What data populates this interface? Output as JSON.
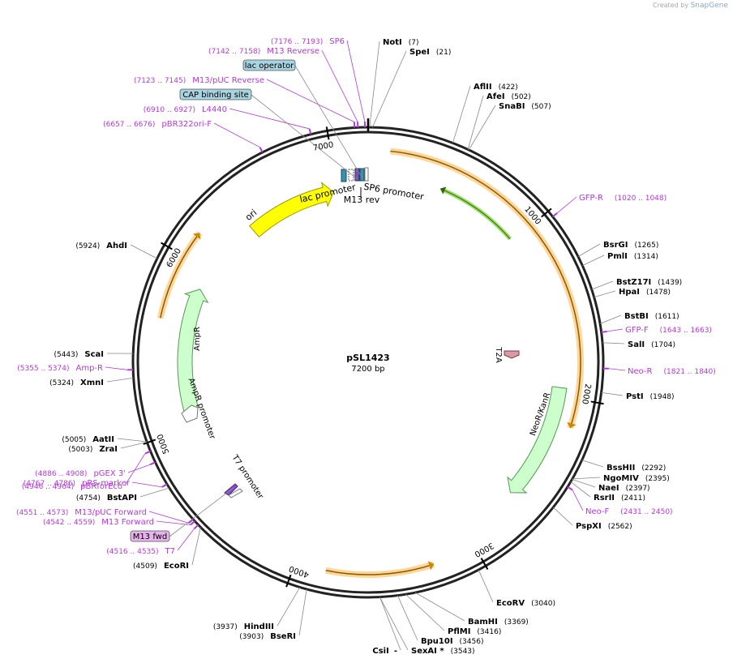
{
  "credit": {
    "created_by": "Created by",
    "brand": "SnapGene"
  },
  "plasmid": {
    "name": "pSL1423",
    "size_label": "7200 bp",
    "length": 7200
  },
  "ticks": [
    {
      "pos": 1000,
      "label": "1000"
    },
    {
      "pos": 2000,
      "label": "2000"
    },
    {
      "pos": 3000,
      "label": "3000"
    },
    {
      "pos": 4000,
      "label": "4000"
    },
    {
      "pos": 5000,
      "label": "5000"
    },
    {
      "pos": 6000,
      "label": "6000"
    },
    {
      "pos": 7000,
      "label": "7000"
    }
  ],
  "orfs": [
    {
      "start": 120,
      "end": 2160,
      "dir": 1
    },
    {
      "start": 3240,
      "end": 3830,
      "dir": -1
    },
    {
      "start": 5640,
      "end": 6150,
      "dir": 1
    }
  ],
  "features": [
    {
      "name": "ori",
      "start": 6380,
      "end": 6970,
      "dir": 1,
      "fill": "#ffff00",
      "stroke": "#999900"
    },
    {
      "name": "AmpR",
      "start": 5100,
      "end": 5870,
      "dir": 1,
      "fill": "#ccffcc",
      "stroke": "#559955"
    },
    {
      "name": "NeoR/KanR",
      "start": 1950,
      "end": 2650,
      "dir": 1,
      "fill": "#ccffcc",
      "stroke": "#559955"
    },
    {
      "name": "GFP",
      "start": 450,
      "end": 980,
      "dir": -1,
      "fill": "#99dd66",
      "stroke": "#336600"
    }
  ],
  "feature_labels": [
    {
      "text": "ori"
    },
    {
      "text": "AmpR"
    },
    {
      "text": "NeoR/KanR"
    },
    {
      "text": "AmpR promoter"
    },
    {
      "text": "T7 promoter"
    },
    {
      "text": "T2A"
    },
    {
      "text": "lac promoter"
    },
    {
      "text": "SP6 promoter"
    },
    {
      "text": "M13 rev"
    }
  ],
  "enzymes_right": [
    {
      "name": "NotI",
      "pos": "(7)",
      "site": 7
    },
    {
      "name": "SpeI",
      "pos": "(21)",
      "site": 21
    },
    {
      "name": "AflII",
      "pos": "(422)",
      "site": 422
    },
    {
      "name": "AfeI",
      "pos": "(502)",
      "site": 502
    },
    {
      "name": "SnaBI",
      "pos": "(507)",
      "site": 507
    },
    {
      "name": "BsrGI",
      "pos": "(1265)",
      "site": 1265
    },
    {
      "name": "PmlI",
      "pos": "(1314)",
      "site": 1314
    },
    {
      "name": "BstZ17I",
      "pos": "(1439)",
      "site": 1439
    },
    {
      "name": "HpaI",
      "pos": "(1478)",
      "site": 1478
    },
    {
      "name": "BstBI",
      "pos": "(1611)",
      "site": 1611
    },
    {
      "name": "SalI",
      "pos": "(1704)",
      "site": 1704
    },
    {
      "name": "PstI",
      "pos": "(1948)",
      "site": 1948
    },
    {
      "name": "BssHII",
      "pos": "(2292)",
      "site": 2292
    },
    {
      "name": "NgoMIV",
      "pos": "(2395)",
      "site": 2395
    },
    {
      "name": "NaeI",
      "pos": "(2397)",
      "site": 2397
    },
    {
      "name": "RsrII",
      "pos": "(2411)",
      "site": 2411
    },
    {
      "name": "PspXI",
      "pos": "(2562)",
      "site": 2562
    },
    {
      "name": "EcoRV",
      "pos": "(3040)",
      "site": 3040
    },
    {
      "name": "BamHI",
      "pos": "(3369)",
      "site": 3369
    },
    {
      "name": "PflMI",
      "pos": "(3416)",
      "site": 3416
    },
    {
      "name": "Bpu10I",
      "pos": "(3456)",
      "site": 3456
    },
    {
      "name": "SexAI *",
      "pos": "(3543)",
      "site": 3543
    }
  ],
  "enzymes_left": [
    {
      "name": "CsiI",
      "pos": "",
      "site": 3543
    },
    {
      "name": "HindIII",
      "pos": "(3937)",
      "site": 3937
    },
    {
      "name": "BseRI",
      "pos": "(3903)",
      "site": 3903
    },
    {
      "name": "EcoRI",
      "pos": "(4509)",
      "site": 4509
    },
    {
      "name": "BstAPI",
      "pos": "(4754)",
      "site": 4754
    },
    {
      "name": "AatII",
      "pos": "(5005)",
      "site": 5005
    },
    {
      "name": "ZraI",
      "pos": "(5003)",
      "site": 5003
    },
    {
      "name": "XmnI",
      "pos": "(5324)",
      "site": 5324
    },
    {
      "name": "ScaI",
      "pos": "(5443)",
      "site": 5443
    },
    {
      "name": "AhdI",
      "pos": "(5924)",
      "site": 5924
    }
  ],
  "primers_right": [
    {
      "name": "GFP-R",
      "range": "(1020 .. 1048)",
      "site": 1034
    },
    {
      "name": "GFP-F",
      "range": "(1643 .. 1663)",
      "site": 1653
    },
    {
      "name": "Neo-R",
      "range": "(1821 .. 1840)",
      "site": 1830
    },
    {
      "name": "Neo-F",
      "range": "(2431 .. 2450)",
      "site": 2440
    }
  ],
  "primers_left": [
    {
      "name": "SP6",
      "range": "(7176 .. 7193)",
      "site": 7184
    },
    {
      "name": "M13 Reverse",
      "range": "(7142 .. 7158)",
      "site": 7150
    },
    {
      "name": "M13/pUC Reverse",
      "range": "(7123 .. 7145)",
      "site": 7134
    },
    {
      "name": "L4440",
      "range": "(6910 .. 6927)",
      "site": 6918
    },
    {
      "name": "pBR322ori-F",
      "range": "(6657 .. 6676)",
      "site": 6666
    },
    {
      "name": "Amp-R",
      "range": "(5355 .. 5374)",
      "site": 5364
    },
    {
      "name": "pBRforEco",
      "range": "(4946 .. 4964)",
      "site": 4955
    },
    {
      "name": "pGEX 3'",
      "range": "(4886 .. 4908)",
      "site": 4897
    },
    {
      "name": "pRS-marker",
      "range": "(4767 .. 4786)",
      "site": 4776
    },
    {
      "name": "M13/pUC Forward",
      "range": "(4551 .. 4573)",
      "site": 4562
    },
    {
      "name": "M13 Forward",
      "range": "(4542 .. 4559)",
      "site": 4550
    },
    {
      "name": "T7",
      "range": "(4516 .. 4535)",
      "site": 4525
    }
  ],
  "boxed_labels": [
    {
      "text": "lac operator",
      "fill": "#a8d3e0",
      "site": 7165
    },
    {
      "text": "CAP binding site",
      "fill": "#a8d3e0",
      "site": 7130
    },
    {
      "text": "M13 fwd",
      "fill": "#e6b3ec",
      "site": 4540
    }
  ]
}
